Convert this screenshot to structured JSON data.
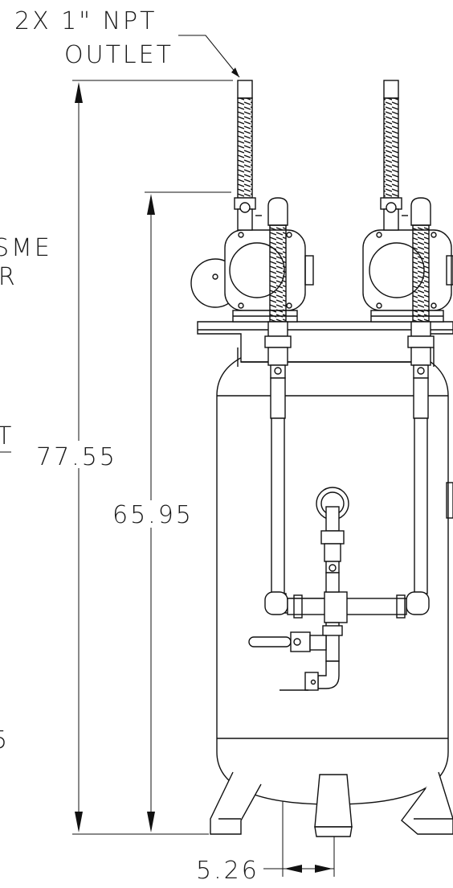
{
  "callout": {
    "line1": "2X 1\" NPT",
    "line2": "OUTLET"
  },
  "left_edge_fragments": {
    "a": "SME",
    "b": "IR",
    "c": "T",
    "d": "5"
  },
  "dimensions": {
    "overall_height": "77.55",
    "tank_height": "65.95",
    "drain_offset": "5.26"
  }
}
